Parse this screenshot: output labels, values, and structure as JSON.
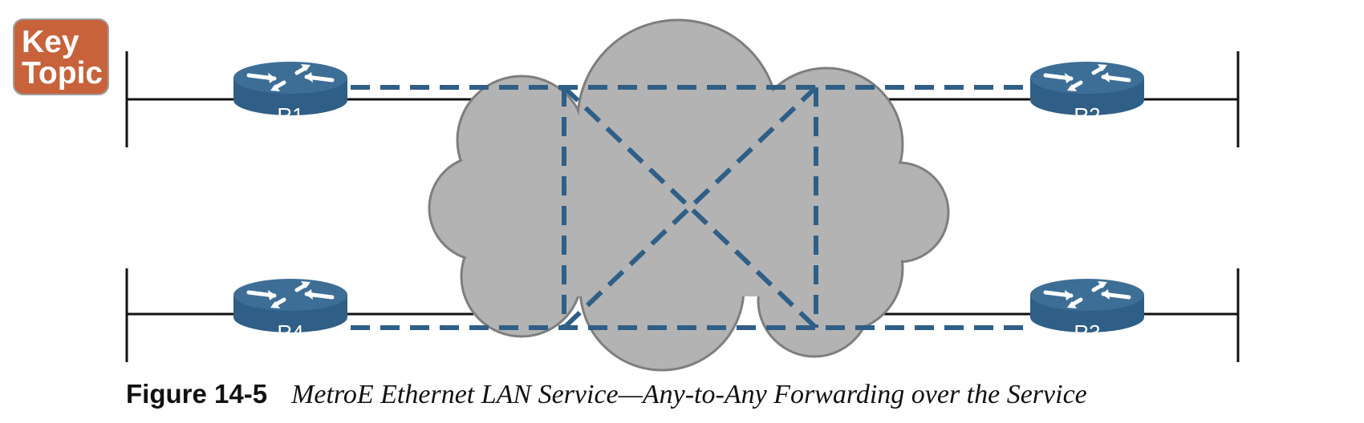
{
  "badge": {
    "line1": "Key",
    "line2": "Topic"
  },
  "routers": [
    {
      "id": "r1",
      "label": "R1"
    },
    {
      "id": "r2",
      "label": "R2"
    },
    {
      "id": "r3",
      "label": "R3"
    },
    {
      "id": "r4",
      "label": "R4"
    }
  ],
  "figure": {
    "label": "Figure 14-5",
    "title": "MetroE Ethernet LAN Service—Any-to-Any Forwarding over the Service"
  },
  "colors": {
    "router": "#2f5f86",
    "link": "#2f5f86",
    "cloud": "#b3b3b3",
    "badge": "#c8623a"
  }
}
